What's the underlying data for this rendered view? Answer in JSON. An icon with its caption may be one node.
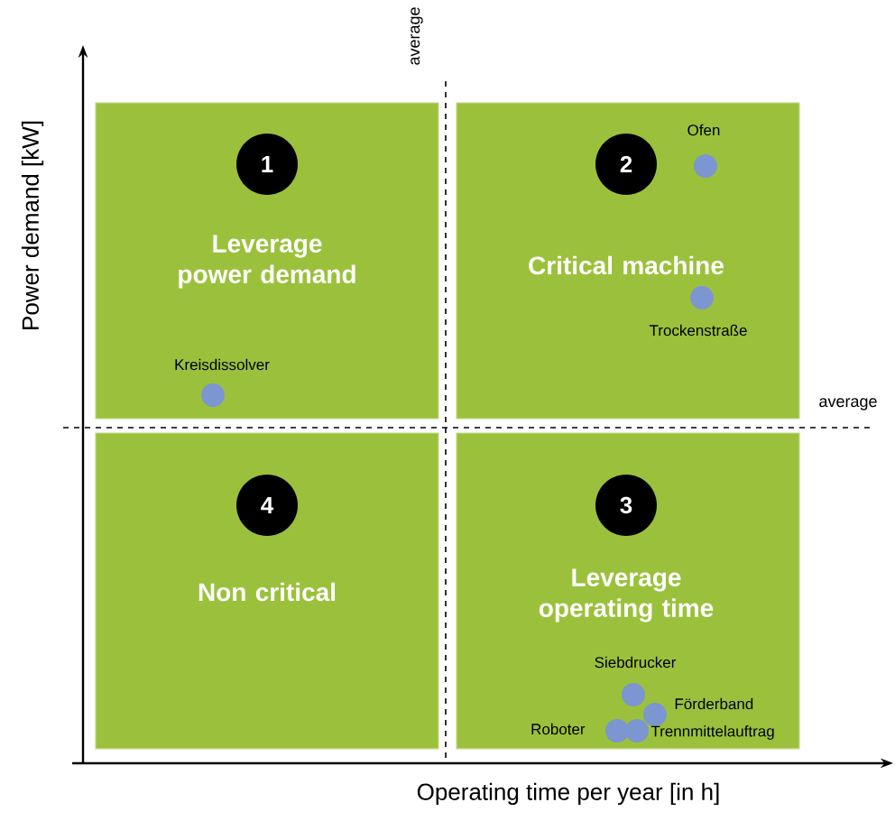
{
  "diagram": {
    "nodes": [
      {
        "text": [
          "Leverage power demand"
        ]
      },
      {
        "text": [
          "1"
        ],
        "in": 0
      },
      {
        "text": [],
        "shape": "circle",
        "beside": [
          "Kreisdissolver"
        ],
        "in": 0
      },
      {
        "text": [
          "Critical machine"
        ]
      },
      {
        "text": [
          "2"
        ],
        "in": 3
      },
      {
        "text": [],
        "shape": "circle",
        "beside": [
          "Ofen"
        ],
        "in": 3
      },
      {
        "text": [],
        "shape": "circle",
        "beside": [
          "Trockenstraße"
        ],
        "in": 3
      },
      {
        "text": [
          "Non critical"
        ]
      },
      {
        "text": [
          "4"
        ],
        "in": 7
      },
      {
        "text": [
          "Leverage operating time"
        ]
      },
      {
        "text": [
          "3"
        ],
        "in": 9
      },
      {
        "text": [],
        "shape": "circle",
        "beside": [
          "Siebdrucker"
        ],
        "in": 9
      },
      {
        "text": [],
        "shape": "circle",
        "beside": [
          "Förderband"
        ],
        "in": 9
      },
      {
        "text": [],
        "shape": "circle",
        "beside": [
          "Roboter"
        ],
        "in": 9
      },
      {
        "text": [],
        "shape": "circle",
        "beside": [
          "Trennmittelauftrag"
        ],
        "in": 9
      }
    ],
    "edges": [],
    "labels": [
      "average",
      "Power demand [kW]",
      "average",
      "Operating time per  year [in h]"
    ]
  }
}
